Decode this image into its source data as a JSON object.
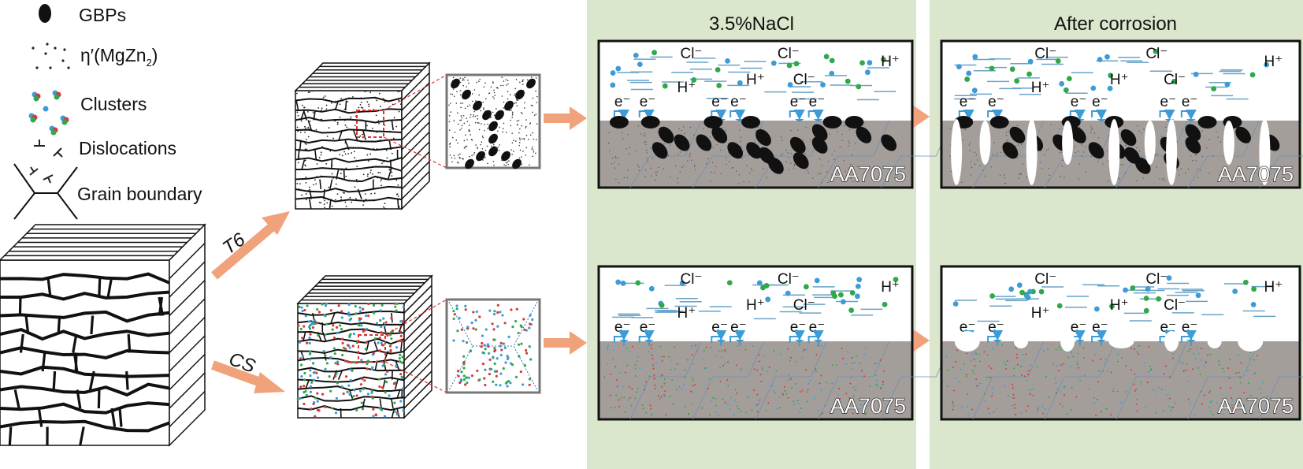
{
  "legend": {
    "gbps": "GBPs",
    "eta": "η′(MgZn",
    "eta_sub": "2",
    "eta_close": ")",
    "clusters": "Clusters",
    "dislocations": "Dislocations",
    "grain_boundary": "Grain boundary"
  },
  "routes": {
    "t6": "T6",
    "cs": "CS"
  },
  "panels": {
    "nacl_title": "3.5%NaCl",
    "after_title": "After corrosion",
    "alloy": "AA7075"
  },
  "ions": {
    "cl": "Cl⁻",
    "h": "H⁺",
    "e": "e⁻"
  },
  "colors": {
    "panel_bg": "#dbe7cd",
    "metal": "#a49e9b",
    "arrow": "#f0a27a",
    "blue": "#3d9bd6",
    "green": "#2fa84a",
    "red": "#d63a3a"
  }
}
